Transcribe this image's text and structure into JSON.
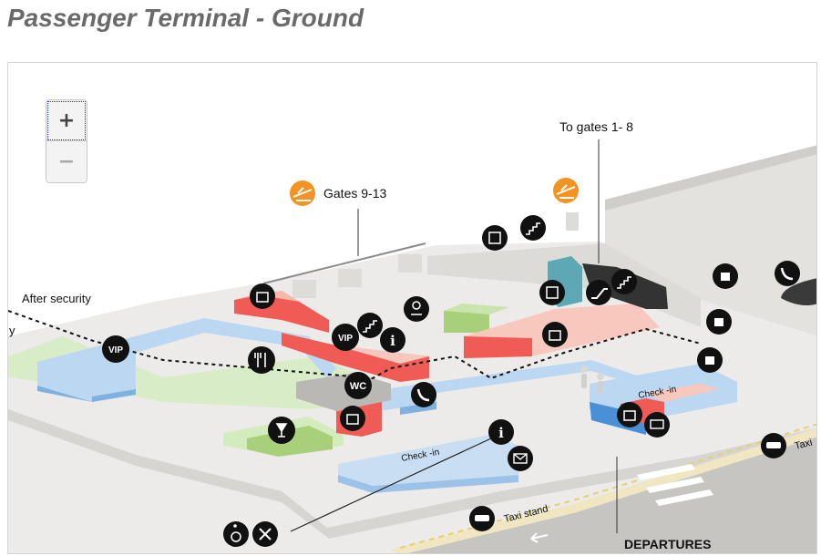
{
  "page": {
    "title": "Passenger Terminal - Ground"
  },
  "zoom": {
    "in_label": "+",
    "out_label": "−"
  },
  "labels": {
    "to_gates": "To gates 1- 8",
    "gates_9_13": "Gates 9-13",
    "after_security": "After security",
    "partial_left": "y",
    "check_in_1": "Check -in",
    "check_in_2": "Check -in",
    "taxi_stand": "Taxi stand",
    "taxi_right": "Taxi",
    "departures": "DEPARTURES",
    "vip_1": "VIP",
    "vip_2": "VIP",
    "wc": "WC"
  },
  "colors": {
    "accent_orange": "#f39323",
    "lounge_blue": "#bcd7f2",
    "shop_red": "#f05b55",
    "green_zone": "#a8d07a",
    "icon_black": "#111111"
  }
}
